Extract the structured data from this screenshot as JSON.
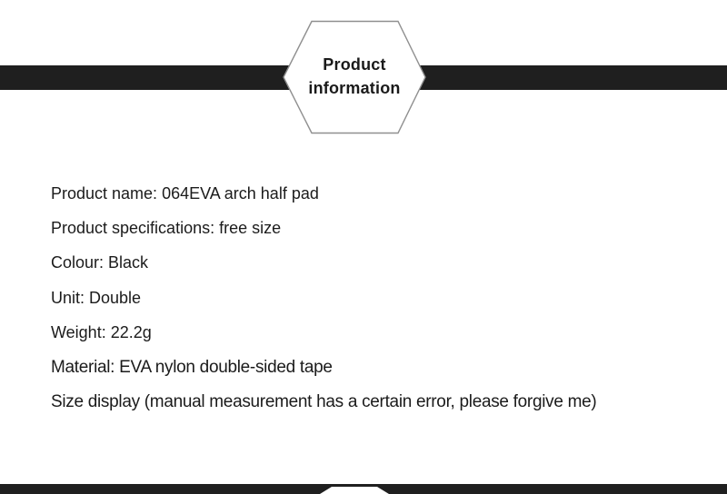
{
  "banner": {
    "title_line1": "Product",
    "title_line2": "information"
  },
  "details": {
    "lines": [
      "Product name: 064EVA arch half pad",
      "Product specifications: free size",
      "Colour: Black",
      "Unit: Double",
      "Weight: 22.2g",
      "Material: EVA nylon double-sided tape",
      "Size display (manual measurement has a certain error, please forgive me)"
    ]
  },
  "colors": {
    "ribbon": "#1f1f1f",
    "text": "#1b1b1b",
    "hexagon_border": "#8f8f8f",
    "background": "#ffffff"
  }
}
